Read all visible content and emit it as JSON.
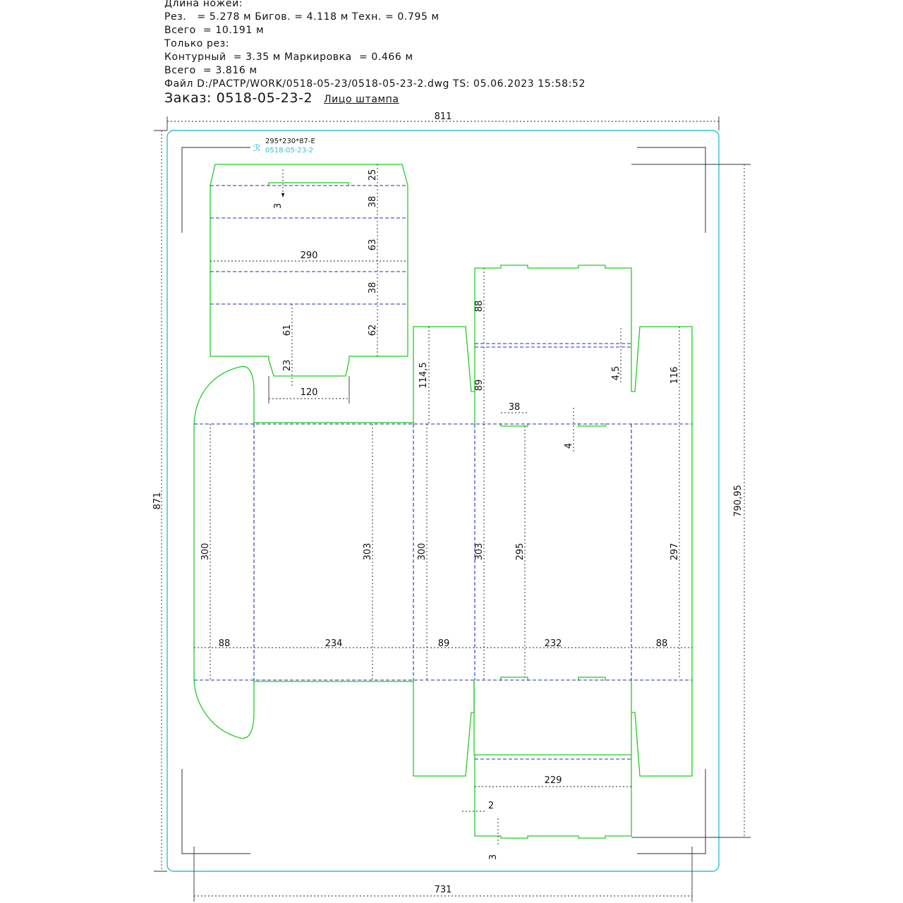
{
  "header": {
    "line1": "Длина ножей:",
    "line2": "Рез.   = 5.278 м Бигов. = 4.118 м Техн. = 0.795 м",
    "line3": "Всего  = 10.191 м",
    "line4": "Только рез:",
    "line5": "Контурный  = 3.35 м Маркировка  = 0.466 м",
    "line6": "Всего  = 3.816 м",
    "line7": "Файл D:/РАСТР/WORK/0518-05-23/0518-05-23-2.dwg TS: 05.06.2023 15:58:52",
    "order_label": "Заказ: 0518-05-23-2",
    "face_label": "Лицо штампа"
  },
  "stamp": {
    "size_text": "295*230*87-E",
    "order_text": "0518-05-23-2"
  },
  "dimensions": {
    "overall_width": "811",
    "overall_height": "871",
    "right_height": "790,95",
    "bottom_width": "731",
    "lid_25": "25",
    "lid_38a": "38",
    "lid_63": "63",
    "lid_38b": "38",
    "lid_62": "62",
    "lid_3": "3",
    "lid_290": "290",
    "lid_61": "61",
    "tab_23": "23",
    "tab_120": "120",
    "p_114_5": "114,5",
    "p_89v": "89",
    "p_88v": "88",
    "p_4_5": "4,5",
    "p_116": "116",
    "p_38": "38",
    "p_4": "4",
    "h_300a": "300",
    "h_303a": "303",
    "h_300b": "300",
    "h_303b": "303",
    "h_295": "295",
    "h_297": "297",
    "w_88a": "88",
    "w_234": "234",
    "w_89": "89",
    "w_232": "232",
    "w_88b": "88",
    "b_229": "229",
    "b_2": "2",
    "b_3": "3"
  },
  "colors": {
    "cut": "#22cc22",
    "crease": "#2233aa",
    "frame": "#30c0d0"
  }
}
